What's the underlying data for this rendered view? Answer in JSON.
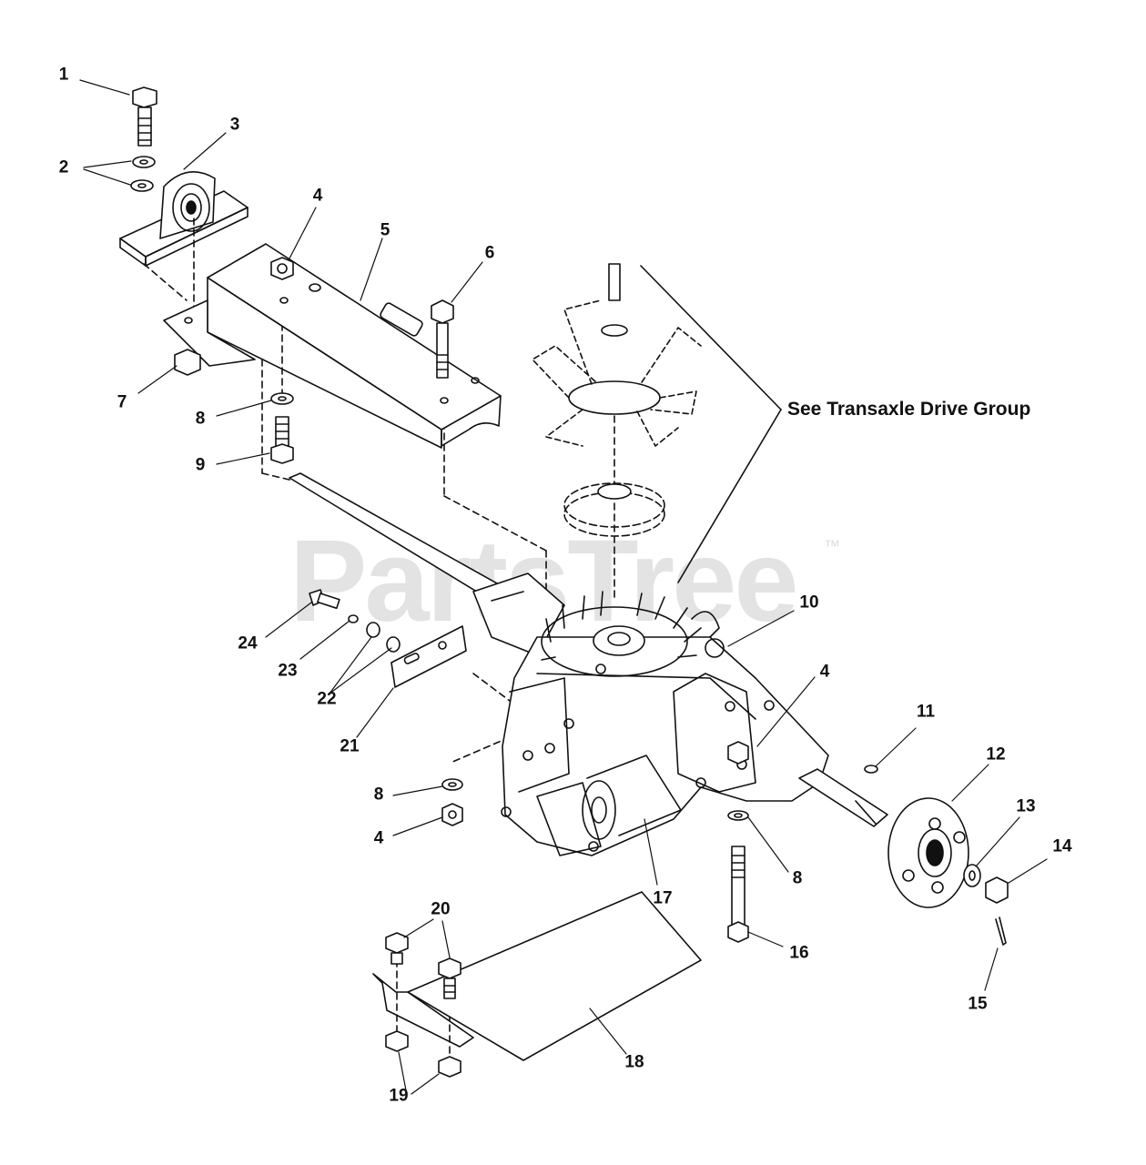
{
  "diagram": {
    "watermark": "PartsTree",
    "watermark_tm": "™",
    "note": "See Transaxle Drive Group",
    "stroke_color": "#111111",
    "callouts": [
      {
        "id": "1",
        "text": "1"
      },
      {
        "id": "2",
        "text": "2"
      },
      {
        "id": "3",
        "text": "3"
      },
      {
        "id": "4a",
        "text": "4"
      },
      {
        "id": "5",
        "text": "5"
      },
      {
        "id": "6",
        "text": "6"
      },
      {
        "id": "7",
        "text": "7"
      },
      {
        "id": "8a",
        "text": "8"
      },
      {
        "id": "9",
        "text": "9"
      },
      {
        "id": "10",
        "text": "10"
      },
      {
        "id": "4b",
        "text": "4"
      },
      {
        "id": "11",
        "text": "11"
      },
      {
        "id": "12",
        "text": "12"
      },
      {
        "id": "13",
        "text": "13"
      },
      {
        "id": "14",
        "text": "14"
      },
      {
        "id": "15",
        "text": "15"
      },
      {
        "id": "16",
        "text": "16"
      },
      {
        "id": "8b",
        "text": "8"
      },
      {
        "id": "17",
        "text": "17"
      },
      {
        "id": "8c",
        "text": "8"
      },
      {
        "id": "4c",
        "text": "4"
      },
      {
        "id": "18",
        "text": "18"
      },
      {
        "id": "19",
        "text": "19"
      },
      {
        "id": "20",
        "text": "20"
      },
      {
        "id": "21",
        "text": "21"
      },
      {
        "id": "22",
        "text": "22"
      },
      {
        "id": "23",
        "text": "23"
      },
      {
        "id": "24",
        "text": "24"
      }
    ]
  }
}
